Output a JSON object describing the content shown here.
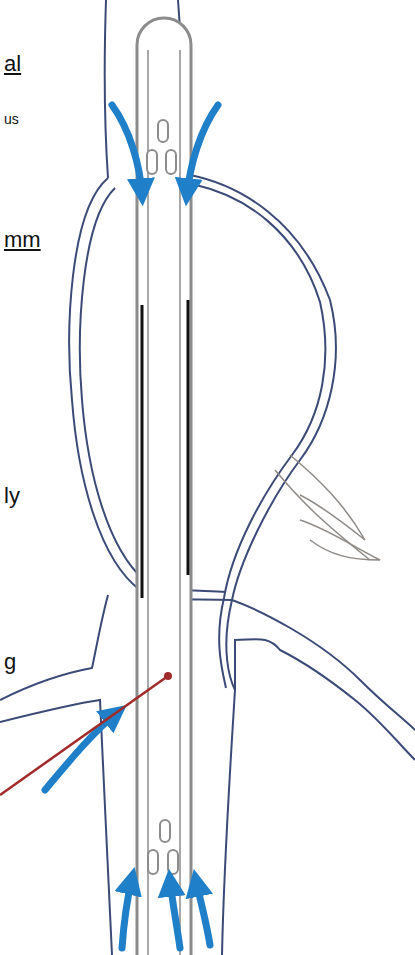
{
  "diagram": {
    "labels": [
      "al",
      "us",
      "mm",
      "ly",
      "g"
    ]
  }
}
